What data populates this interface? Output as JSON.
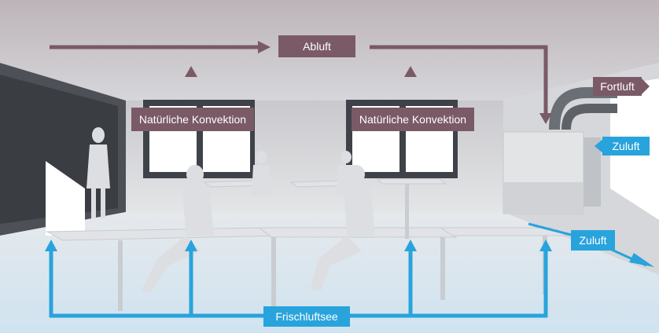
{
  "labels": {
    "abluft": "Abluft",
    "convection_left": "Natürliche Konvektion",
    "convection_right": "Natürliche Konvektion",
    "fortluft": "Fortluft",
    "zuluft_unit": "Zuluft",
    "zuluft_floor": "Zuluft",
    "frischluftsee": "Frischluftsee"
  },
  "colors": {
    "exhaust": "#7a5a66",
    "supply": "#29a3dc",
    "room": "#e9ecef"
  },
  "icons": {
    "flow": "arrow-icon"
  }
}
